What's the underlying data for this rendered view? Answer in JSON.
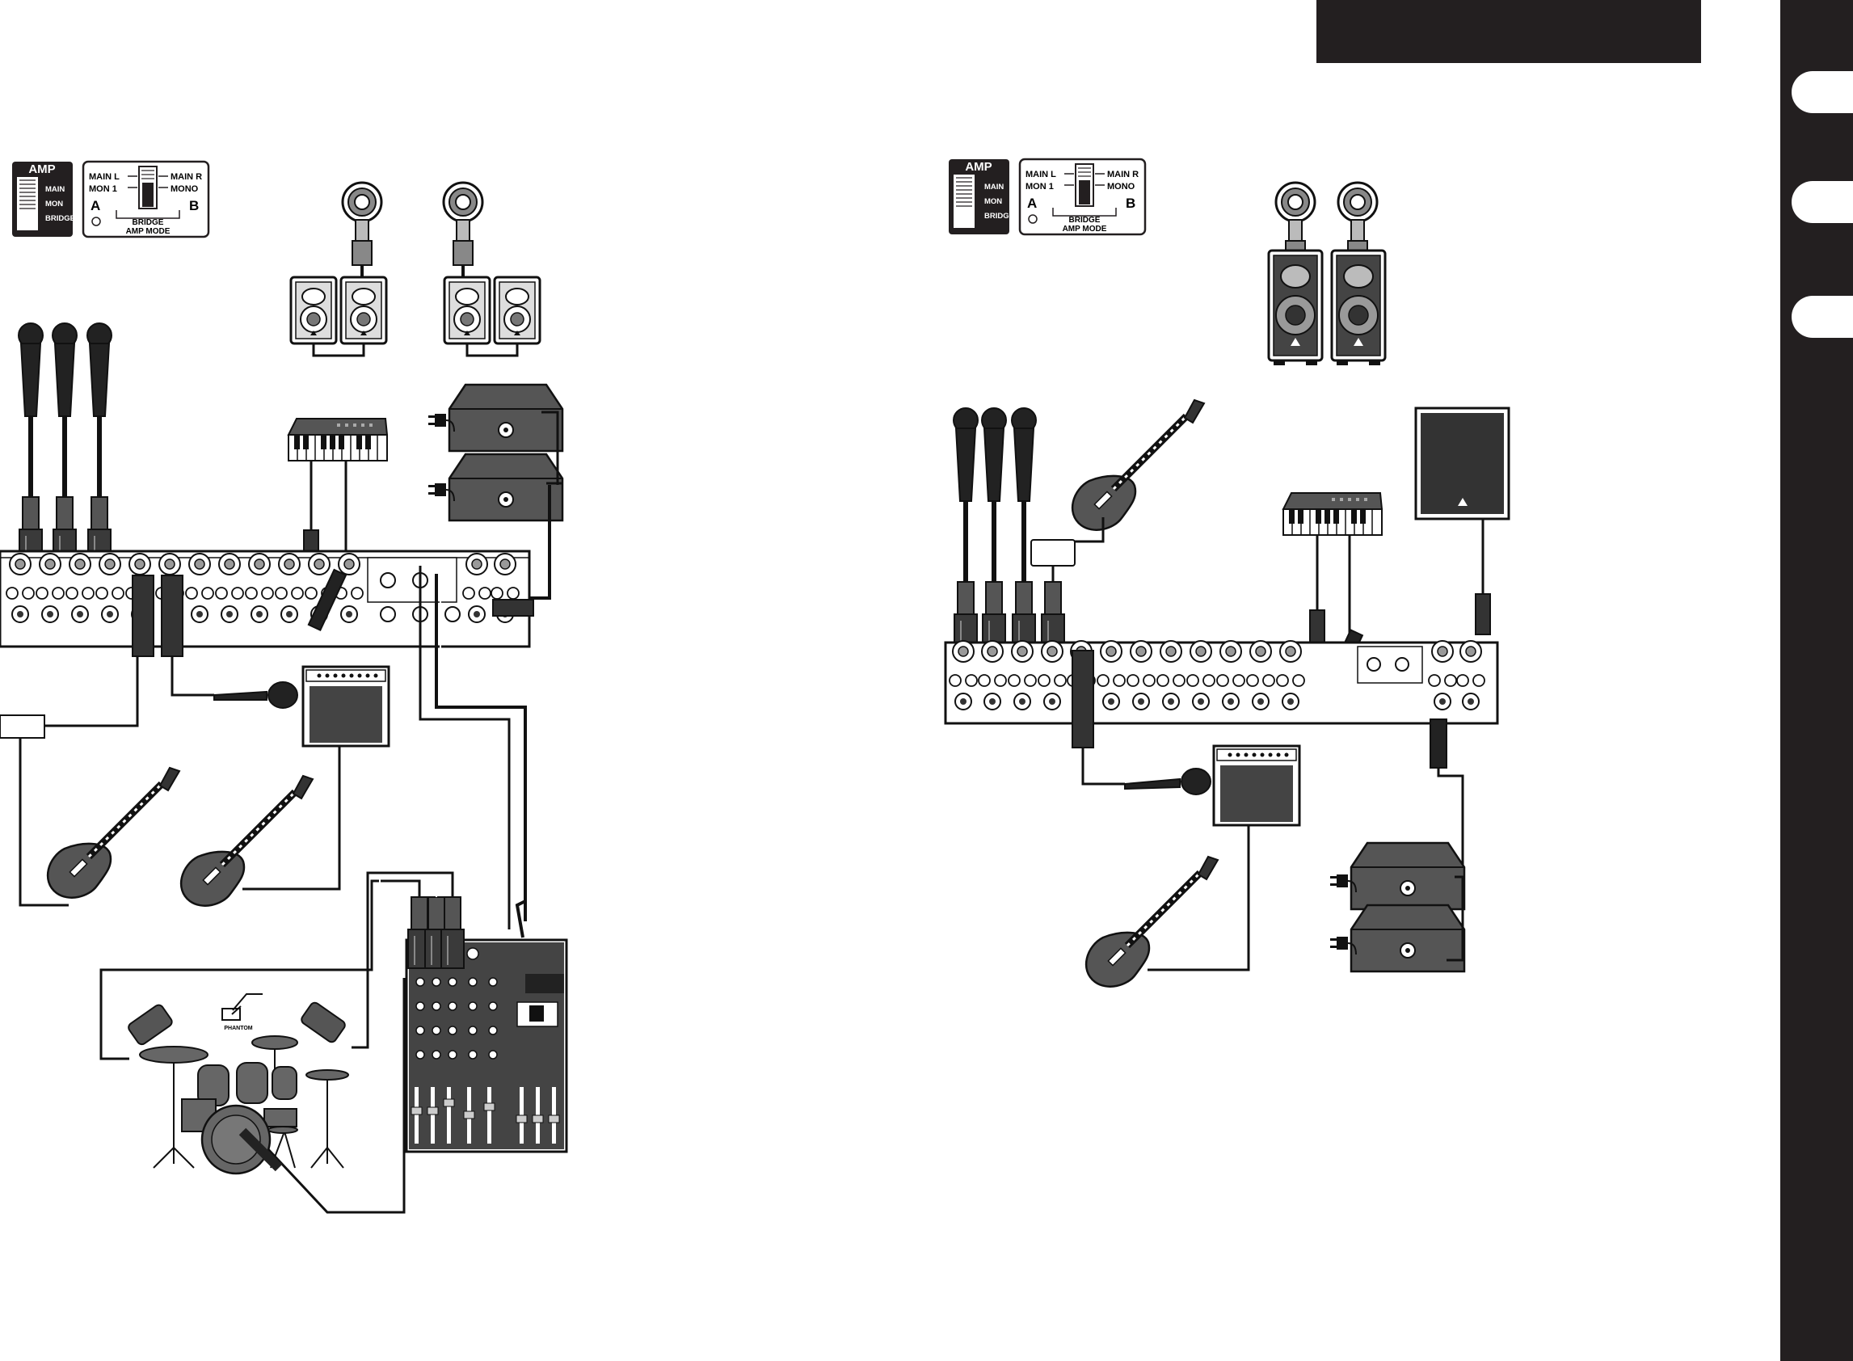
{
  "left": {
    "amp_panel": {
      "title": "AMP",
      "main": "MAIN",
      "mon": "MON",
      "bridge": "BRIDGE"
    },
    "bridge_panel": {
      "main_l": "MAIN L",
      "mon1": "MON 1",
      "main_r": "MAIN R",
      "mono": "MONO",
      "a": "A",
      "b": "B",
      "bridge_line1": "BRIDGE",
      "bridge_line2": "AMP MODE"
    },
    "phantom_label": "PHANTOM"
  },
  "right": {
    "amp_panel": {
      "title": "AMP",
      "main": "MAIN",
      "mon": "MON",
      "bridge": "BRIDGE"
    },
    "bridge_panel": {
      "main_l": "MAIN L",
      "mon1": "MON 1",
      "main_r": "MAIN R",
      "mono": "MONO",
      "a": "A",
      "b": "B",
      "bridge_line1": "BRIDGE",
      "bridge_line2": "AMP MODE"
    }
  }
}
